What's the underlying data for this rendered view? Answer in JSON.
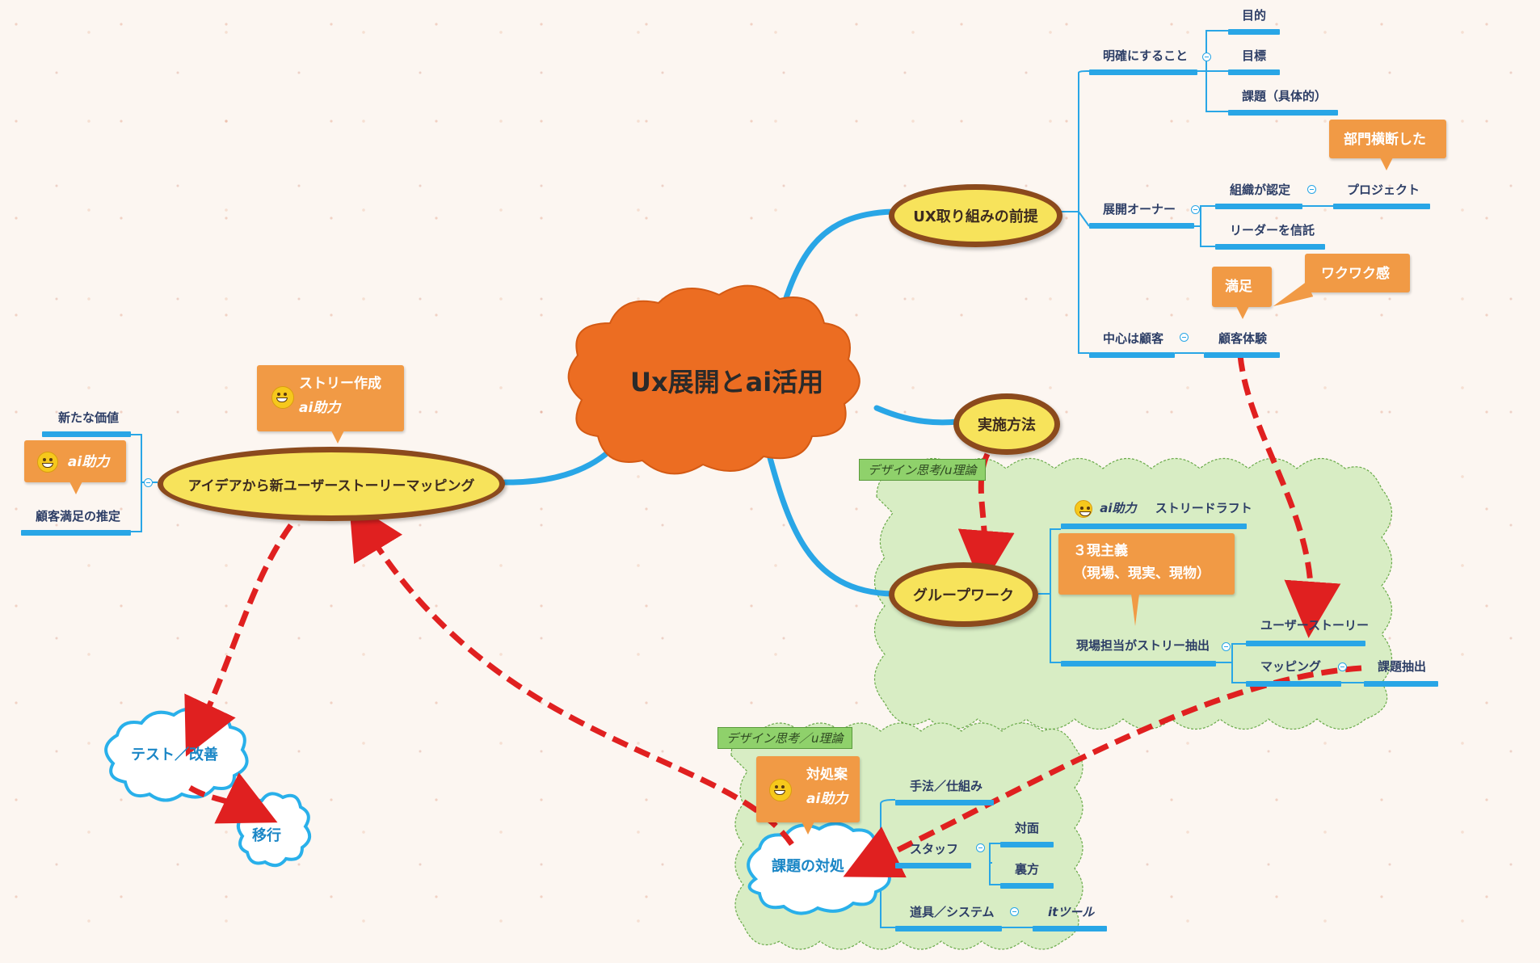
{
  "central": {
    "label": "Ux展開とai活用"
  },
  "main_topics": {
    "ux_premise": "UX取り組みの前提",
    "method": "実施方法",
    "group_work": "グループワーク",
    "idea_story": "アイデアから新ユーザーストーリーマッピング"
  },
  "premise_branch": {
    "clarify": "明確にすること",
    "purpose": "目的",
    "target": "目標",
    "issue_specific": "課題（具体的）",
    "owner": "展開オーナー",
    "org_certified": "組織が認定",
    "project": "プロジェクト",
    "leader_trust": "リーダーを信託",
    "customer_center": "中心は顧客",
    "customer_experience": "顧客体験"
  },
  "premise_callouts": {
    "cross_dept": "部門横断した",
    "satisfaction": "満足",
    "excitement": "ワクワク感"
  },
  "group_work_branch": {
    "ai_help": "ai助力",
    "story_draft": "ストリードラフト",
    "three_real_line1": "３現主義",
    "three_real_line2": "（現場、現実、現物）",
    "field_extract": "現場担当がストリー抽出",
    "user_story": "ユーザーストーリー",
    "mapping": "マッピング",
    "issue_extract": "課題抽出"
  },
  "boundary_tags": {
    "group_work": "デザイン思考/u理論",
    "countermeasure": "デザイン思考／u理論"
  },
  "idea_branch": {
    "new_value": "新たな価値",
    "ai_help": "ai助力",
    "satisfaction_estimate": "顧客満足の推定",
    "story_creation": "ストリー作成",
    "story_ai": "ai助力"
  },
  "flow": {
    "test_improve": "テスト／改善",
    "migration": "移行",
    "countermeasure": "課題の対処"
  },
  "countermeasure_branch": {
    "callout_title": "対処案",
    "callout_ai": "ai助力",
    "method_mechanism": "手法／仕組み",
    "staff": "スタッフ",
    "face_to_face": "対面",
    "back_office": "裏方",
    "tool_system": "道具／システム",
    "it_tool": "itツール"
  },
  "colors": {
    "connector": "#29a6e6",
    "relationship_arrow": "#e02020",
    "topic_fill": "#f7e35b",
    "topic_border": "#8b4a1d",
    "central_fill": "#ec6d22",
    "callout_fill": "#f19a45",
    "boundary_fill": "#d8edc4",
    "cloud_border": "#29b0ea"
  }
}
